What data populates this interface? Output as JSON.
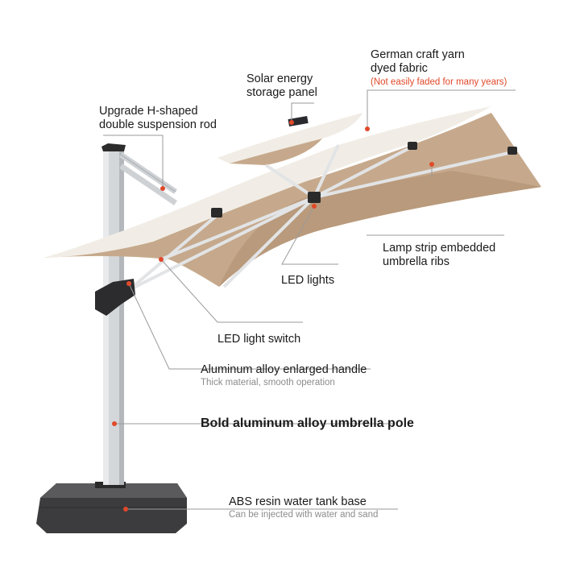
{
  "colors": {
    "accent_dot": "#e0492a",
    "canopy_top": "#f1ede6",
    "canopy_under": "#c6a98c",
    "pole": "#d4d7da",
    "base": "#3c3c3e",
    "leader": "#9a9a9a",
    "note_red": "#e0492a",
    "note_gray": "#8c8c8c"
  },
  "callouts": {
    "german_yarn": {
      "line1": "German craft yarn",
      "line2": "dyed fabric",
      "note": "(Not easily faded for many years)"
    },
    "solar_panel": {
      "line1": "Solar energy",
      "line2": "storage panel"
    },
    "h_rod": {
      "line1": "Upgrade H-shaped",
      "line2": "double suspension rod"
    },
    "lamp_strip": {
      "line1": "Lamp strip embedded",
      "line2": "umbrella ribs"
    },
    "led_lights": {
      "text": "LED lights"
    },
    "led_switch": {
      "text": "LED light switch"
    },
    "handle": {
      "text": "Aluminum alloy enlarged handle",
      "note": "Thick material, smooth operation"
    },
    "pole": {
      "text": "Bold aluminum alloy umbrella pole"
    },
    "base": {
      "text": "ABS resin water tank base",
      "note": "Can be injected with water and sand"
    }
  }
}
